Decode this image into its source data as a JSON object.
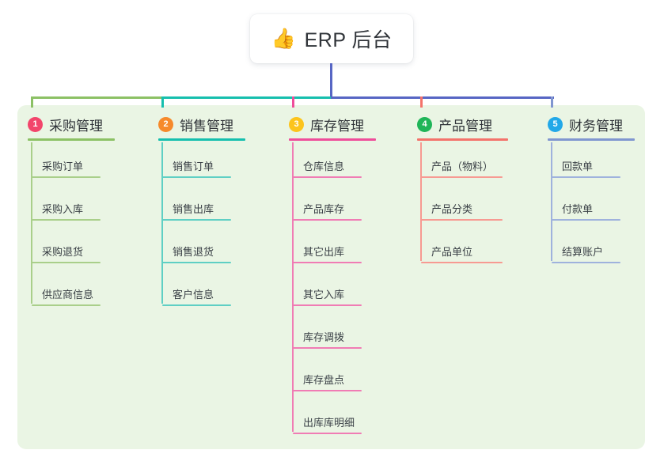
{
  "root": {
    "emoji": "👍",
    "emoji_name": "thumbs-up-icon",
    "title": "ERP 后台"
  },
  "palette": {
    "panel_bg": "#eaf5e4",
    "page_bg": "#ffffff",
    "text": "#2f3338",
    "leaf_text": "#3a4046",
    "green": "#8cc165",
    "teal": "#16bfae",
    "pink": "#ef4d9a",
    "red": "#f4736b",
    "blue": "#8096d0",
    "root_line": "#5766c4",
    "badge1": "#f2456b",
    "badge2": "#f68a2b",
    "badge3": "#fcc41c",
    "badge4": "#1fb558",
    "badge5": "#22a8e8"
  },
  "columns": [
    {
      "index": "1",
      "title": "采购管理",
      "badge_color": "#f2456b",
      "line_color": "#8cc165",
      "leaf_line_color": "#a9cf8a",
      "items": [
        "采购订单",
        "采购入库",
        "采购退货",
        "供应商信息"
      ]
    },
    {
      "index": "2",
      "title": "销售管理",
      "badge_color": "#f68a2b",
      "line_color": "#16bfae",
      "leaf_line_color": "#5fcfc4",
      "items": [
        "销售订单",
        "销售出库",
        "销售退货",
        "客户信息"
      ]
    },
    {
      "index": "3",
      "title": "库存管理",
      "badge_color": "#fcc41c",
      "line_color": "#ef4d9a",
      "leaf_line_color": "#f07cb4",
      "items": [
        "仓库信息",
        "产品库存",
        "其它出库",
        "其它入库",
        "库存调拨",
        "库存盘点",
        "出库库明细"
      ]
    },
    {
      "index": "4",
      "title": "产品管理",
      "badge_color": "#1fb558",
      "line_color": "#f4736b",
      "leaf_line_color": "#f79a92",
      "items": [
        "产品（物料）",
        "产品分类",
        "产品单位"
      ]
    },
    {
      "index": "5",
      "title": "财务管理",
      "badge_color": "#22a8e8",
      "line_color": "#8096d0",
      "leaf_line_color": "#9fb2dd",
      "items": [
        "回款单",
        "付款单",
        "结算账户"
      ]
    }
  ]
}
